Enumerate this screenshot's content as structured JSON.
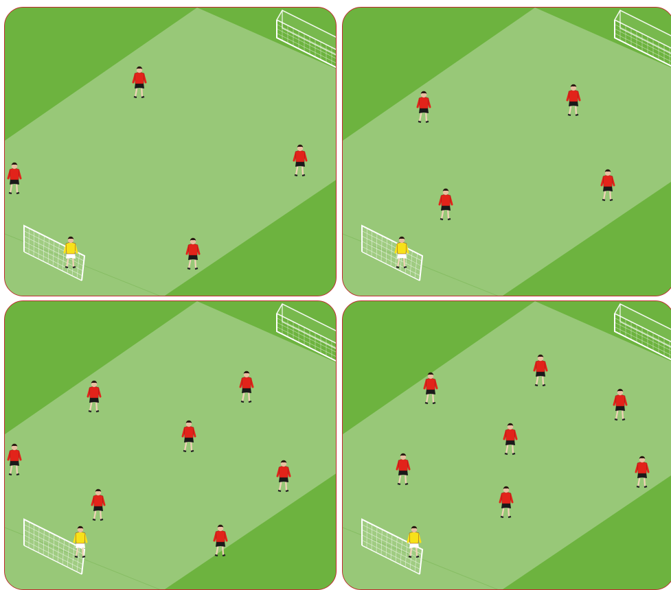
{
  "colors": {
    "grass_dark": "#6db33f",
    "grass_light": "#98c878",
    "panel_border": "#c0272d",
    "outfield_shirt": "#e2231a",
    "outfield_shorts": "#1a1a1a",
    "goalkeeper_shirt": "#f7e11a",
    "goal_net": "#ffffff"
  },
  "panels": [
    {
      "id": "panel-1",
      "outfield_players": 4,
      "goalkeepers": 1
    },
    {
      "id": "panel-2",
      "outfield_players": 4,
      "goalkeepers": 1
    },
    {
      "id": "panel-3",
      "outfield_players": 7,
      "goalkeepers": 1
    },
    {
      "id": "panel-4",
      "outfield_players": 7,
      "goalkeepers": 1
    }
  ]
}
